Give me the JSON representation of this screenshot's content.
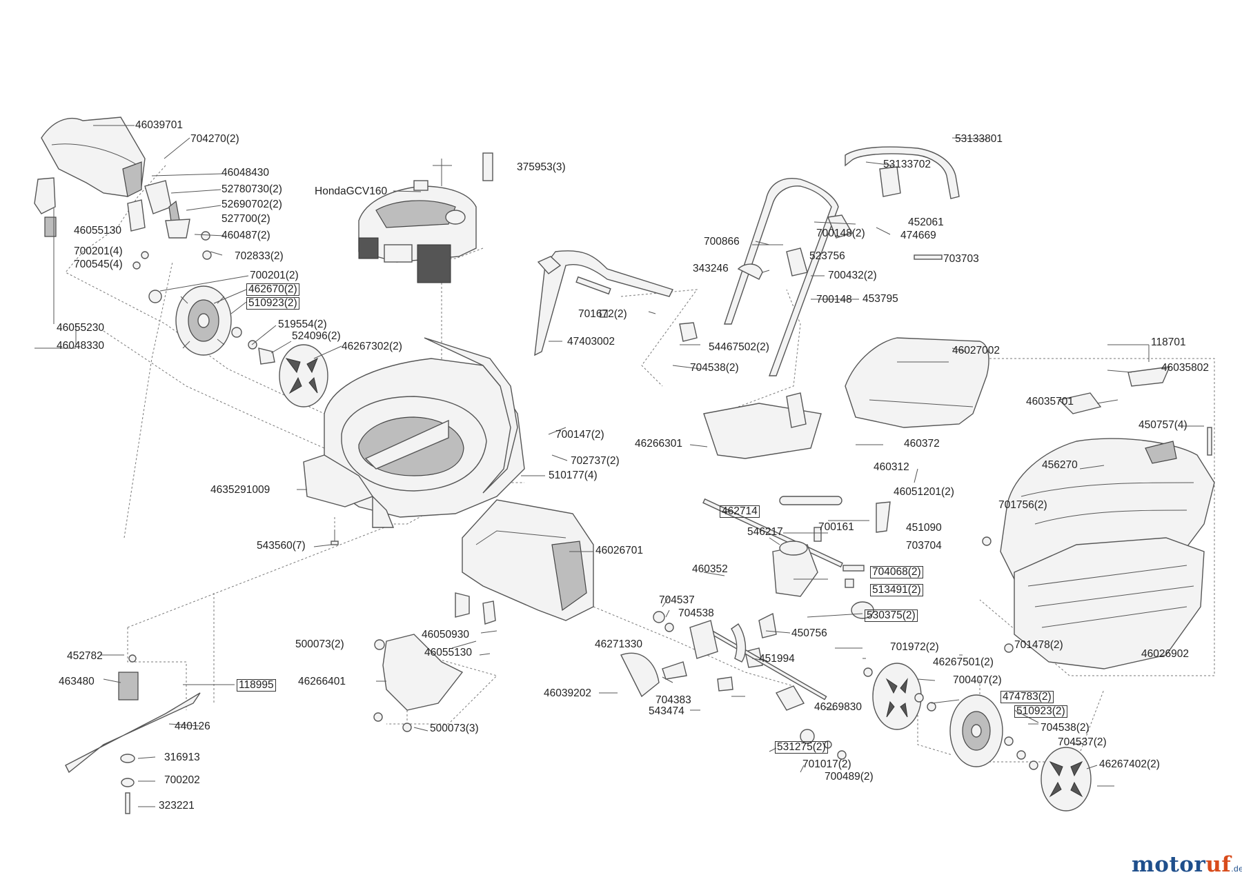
{
  "labels": [
    {
      "text": "46039701",
      "boxed": false
    },
    {
      "text": "704270(2)",
      "boxed": false
    },
    {
      "text": "46048430",
      "boxed": false
    },
    {
      "text": "52780730(2)",
      "boxed": false
    },
    {
      "text": "52690702(2)",
      "boxed": false
    },
    {
      "text": "527700(2)",
      "boxed": false
    },
    {
      "text": "46055130",
      "boxed": false
    },
    {
      "text": "460487(2)",
      "boxed": false
    },
    {
      "text": "700201(4)",
      "boxed": false
    },
    {
      "text": "702833(2)",
      "boxed": false
    },
    {
      "text": "700545(4)",
      "boxed": false
    },
    {
      "text": "700201(2)",
      "boxed": false
    },
    {
      "text": "462670(2)",
      "boxed": true
    },
    {
      "text": "510923(2)",
      "boxed": true
    },
    {
      "text": "46055230",
      "boxed": false
    },
    {
      "text": "519554(2)",
      "boxed": false
    },
    {
      "text": "46048330",
      "boxed": false
    },
    {
      "text": "524096(2)",
      "boxed": false
    },
    {
      "text": "46267302(2)",
      "boxed": false
    },
    {
      "text": "375953(3)",
      "boxed": false
    },
    {
      "text": "HondaGCV160",
      "boxed": false
    },
    {
      "text": "701672(2)",
      "boxed": false
    },
    {
      "text": "47403002",
      "boxed": false
    },
    {
      "text": "704538(2)",
      "boxed": false
    },
    {
      "text": "54467502(2)",
      "boxed": false
    },
    {
      "text": "53133801",
      "boxed": false
    },
    {
      "text": "53133702",
      "boxed": false
    },
    {
      "text": "452061",
      "boxed": false
    },
    {
      "text": "700148(2)",
      "boxed": false
    },
    {
      "text": "474669",
      "boxed": false
    },
    {
      "text": "700866",
      "boxed": false
    },
    {
      "text": "523756",
      "boxed": false
    },
    {
      "text": "703703",
      "boxed": false
    },
    {
      "text": "343246",
      "boxed": false
    },
    {
      "text": "700432(2)",
      "boxed": false
    },
    {
      "text": "700148",
      "boxed": false
    },
    {
      "text": "453795",
      "boxed": false
    },
    {
      "text": "46027002",
      "boxed": false
    },
    {
      "text": "118701",
      "boxed": false
    },
    {
      "text": "46035802",
      "boxed": false
    },
    {
      "text": "46035701",
      "boxed": false
    },
    {
      "text": "450757(4)",
      "boxed": false
    },
    {
      "text": "460372",
      "boxed": false
    },
    {
      "text": "46266301",
      "boxed": false
    },
    {
      "text": "460312",
      "boxed": false
    },
    {
      "text": "456270",
      "boxed": false
    },
    {
      "text": "46051201(2)",
      "boxed": false
    },
    {
      "text": "700147(2)",
      "boxed": false
    },
    {
      "text": "702737(2)",
      "boxed": false
    },
    {
      "text": "510177(4)",
      "boxed": false
    },
    {
      "text": "4635291009",
      "boxed": false
    },
    {
      "text": "462714",
      "boxed": true
    },
    {
      "text": "701756(2)",
      "boxed": false
    },
    {
      "text": "451090",
      "boxed": false
    },
    {
      "text": "700161",
      "boxed": false
    },
    {
      "text": "546217",
      "boxed": false
    },
    {
      "text": "703704",
      "boxed": false
    },
    {
      "text": "543560(7)",
      "boxed": false
    },
    {
      "text": "46026701",
      "boxed": false
    },
    {
      "text": "460352",
      "boxed": false
    },
    {
      "text": "704068(2)",
      "boxed": true
    },
    {
      "text": "513491(2)",
      "boxed": true
    },
    {
      "text": "704537",
      "boxed": false
    },
    {
      "text": "704538",
      "boxed": false
    },
    {
      "text": "530375(2)",
      "boxed": true
    },
    {
      "text": "450756",
      "boxed": false
    },
    {
      "text": "46050930",
      "boxed": false
    },
    {
      "text": "500073(2)",
      "boxed": false
    },
    {
      "text": "46271330",
      "boxed": false
    },
    {
      "text": "451994",
      "boxed": false
    },
    {
      "text": "701478(2)",
      "boxed": false
    },
    {
      "text": "46026902",
      "boxed": false
    },
    {
      "text": "452782",
      "boxed": false
    },
    {
      "text": "46055130",
      "boxed": false
    },
    {
      "text": "701972(2)",
      "boxed": false
    },
    {
      "text": "46267501(2)",
      "boxed": false
    },
    {
      "text": "463480",
      "boxed": false
    },
    {
      "text": "118995",
      "boxed": true
    },
    {
      "text": "46266401",
      "boxed": false
    },
    {
      "text": "700407(2)",
      "boxed": false
    },
    {
      "text": "46039202",
      "boxed": false
    },
    {
      "text": "704383",
      "boxed": false
    },
    {
      "text": "474783(2)",
      "boxed": true
    },
    {
      "text": "543474",
      "boxed": false
    },
    {
      "text": "46269830",
      "boxed": false
    },
    {
      "text": "510923(2)",
      "boxed": true
    },
    {
      "text": "440126",
      "boxed": false
    },
    {
      "text": "500073(3)",
      "boxed": false
    },
    {
      "text": "704538(2)",
      "boxed": false
    },
    {
      "text": "704537(2)",
      "boxed": false
    },
    {
      "text": "531275(2)",
      "boxed": true
    },
    {
      "text": "316913",
      "boxed": false
    },
    {
      "text": "701017(2)",
      "boxed": false
    },
    {
      "text": "46267402(2)",
      "boxed": false
    },
    {
      "text": "700202",
      "boxed": false
    },
    {
      "text": "700489(2)",
      "boxed": false
    },
    {
      "text": "323221",
      "boxed": false
    }
  ],
  "watermark": {
    "brand_main": "motor",
    "brand_accent": "uf",
    "tld": ".de"
  },
  "colors": {
    "line": "#555555",
    "part_fill": "#f3f3f3",
    "brand_blue": "#1f4f8c",
    "brand_orange": "#d84b1b"
  }
}
